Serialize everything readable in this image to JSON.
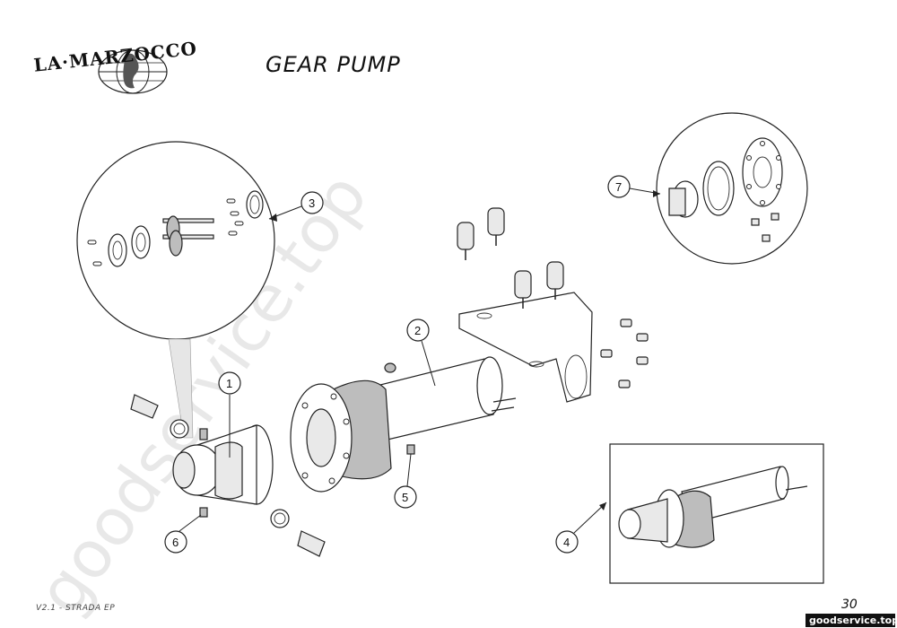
{
  "brand": {
    "logo_text": "LA·MARZOCCO"
  },
  "title": "GEAR PUMP",
  "callouts": [
    {
      "id": "callout-1",
      "label": "1"
    },
    {
      "id": "callout-2",
      "label": "2"
    },
    {
      "id": "callout-3",
      "label": "3"
    },
    {
      "id": "callout-4",
      "label": "4"
    },
    {
      "id": "callout-5",
      "label": "5"
    },
    {
      "id": "callout-6",
      "label": "6"
    },
    {
      "id": "callout-7",
      "label": "7"
    }
  ],
  "footer": {
    "doc_code": "V2.1 - STRADA EP",
    "page_number": "30"
  },
  "watermark": {
    "diagonal": "goodservice.top",
    "corner": "goodservice.top"
  },
  "colors": {
    "line": "#222222",
    "fill": "#ffffff",
    "shade": "#bdbdbd",
    "watermark": "#d6d6d6"
  }
}
